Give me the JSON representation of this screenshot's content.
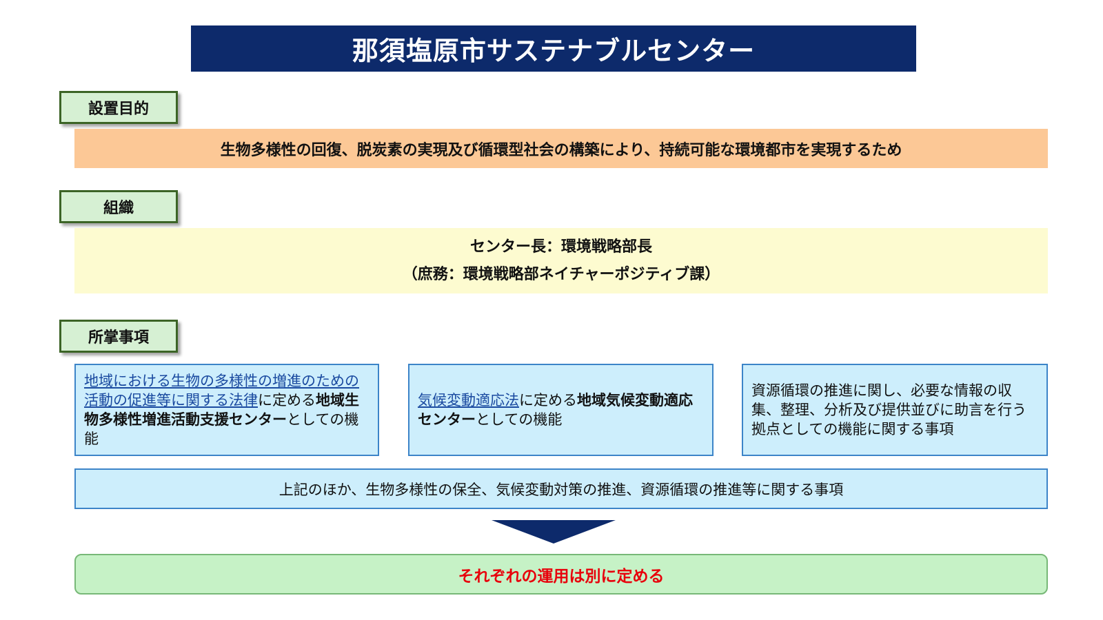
{
  "title": "那須塩原市サステナブルセンター",
  "sections": {
    "purpose": {
      "label": "設置目的",
      "text": "生物多様性の回復、脱炭素の実現及び循環型社会の構築により、持続可能な環境都市を実現するため"
    },
    "organization": {
      "label": "組織",
      "line1": "センター長：環境戦略部長",
      "line2": "（庶務：環境戦略部ネイチャーポジティブ課）"
    },
    "duties": {
      "label": "所掌事項",
      "box1": {
        "link": "地域における生物の多様性の増進のための活動の促進等に関する法律",
        "text1": "に定める",
        "bold": "地域生物多様性増進活動支援センター",
        "text2": "としての機能"
      },
      "box2": {
        "link": "気候変動適応法",
        "text1": "に定める",
        "bold": "地域気候変動適応センター",
        "text2": "としての機能"
      },
      "box3": {
        "text": "資源循環の推進に関し、必要な情報の収集、整理、分析及び提供並びに助言を行う拠点としての機能に関する事項"
      },
      "other": "上記のほか、生物多様性の保全、気候変動対策の推進、資源循環の推進等に関する事項"
    }
  },
  "conclusion": "それぞれの運用は別に定める",
  "colors": {
    "title_bg": "#0d2a6b",
    "label_bg": "#d6f0d3",
    "label_border": "#3c6426",
    "purpose_bg": "#fcc896",
    "org_bg": "#fdfbd0",
    "duty_bg": "#cdeefc",
    "duty_border": "#3c84c8",
    "conclusion_bg": "#c6f2c6",
    "conclusion_text": "#e8000b",
    "arrow": "#0d2a6b"
  }
}
